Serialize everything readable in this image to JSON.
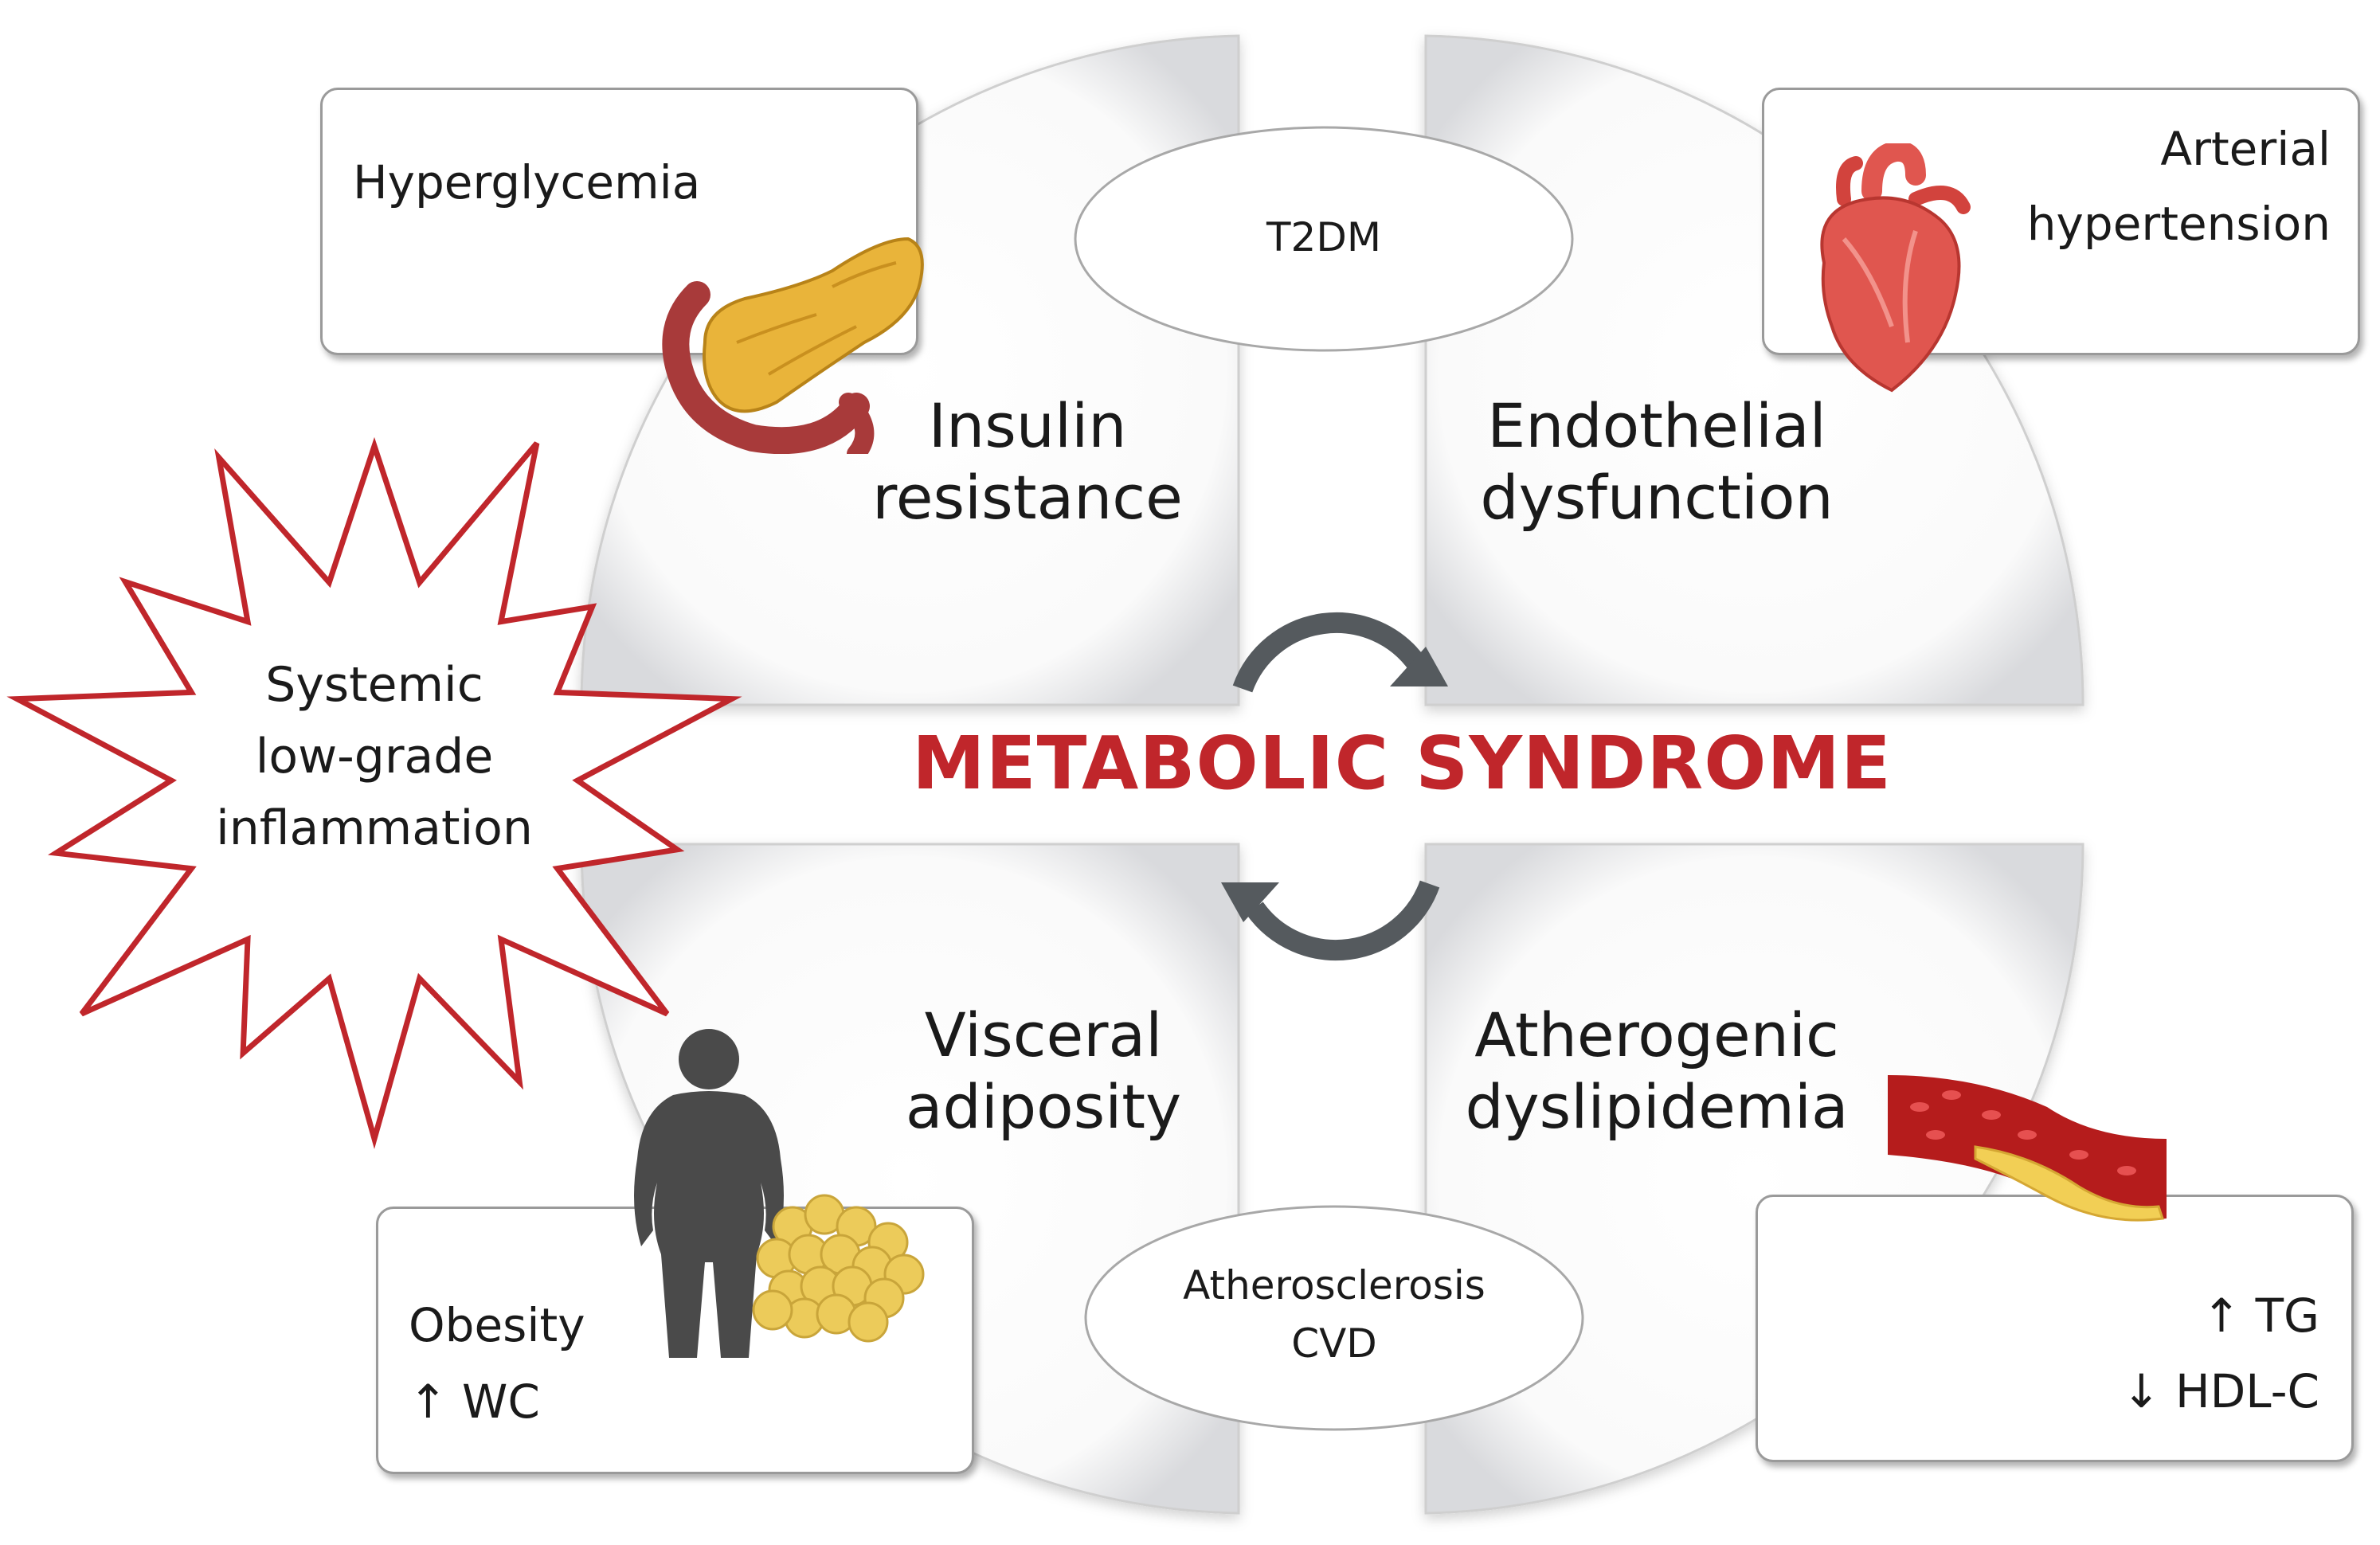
{
  "colors": {
    "title": "#c0262b",
    "burst_stroke": "#c0262b",
    "arrow": "#555a5e",
    "panel_border": "#cfcfcf",
    "pancreas": "#e9b43a",
    "heart": "#e0564f",
    "silhouette": "#4a4a4a",
    "fat_cells": "#eccb5a",
    "vessel": "#b51c1c"
  },
  "title": "METABOLIC SYNDROME",
  "burst": {
    "line1": "Systemic",
    "line2": "low-grade",
    "line3": "inflammation"
  },
  "quadrants": {
    "top_left": {
      "line1": "Insulin",
      "line2": "resistance"
    },
    "top_right": {
      "line1": "Endothelial",
      "line2": "dysfunction"
    },
    "bottom_left": {
      "line1": "Visceral",
      "line2": "adiposity"
    },
    "bottom_right": {
      "line1": "Atherogenic",
      "line2": "dyslipidemia"
    }
  },
  "boxes": {
    "top_left": {
      "line1": "Hyperglycemia"
    },
    "top_right": {
      "line1": "Arterial",
      "line2": "hypertension"
    },
    "bottom_left": {
      "line1": "Obesity",
      "line2": "↑ WC"
    },
    "bottom_right": {
      "line1": "↑ TG",
      "line2": "↓ HDL-C"
    }
  },
  "ellipses": {
    "top": {
      "line1": "T2DM"
    },
    "bottom": {
      "line1": "Atherosclerosis",
      "line2": "CVD"
    }
  },
  "icons": [
    "pancreas-icon",
    "heart-icon",
    "person-silhouette-icon",
    "fat-cells-icon",
    "artery-plaque-icon",
    "cycle-arrows-icon"
  ]
}
